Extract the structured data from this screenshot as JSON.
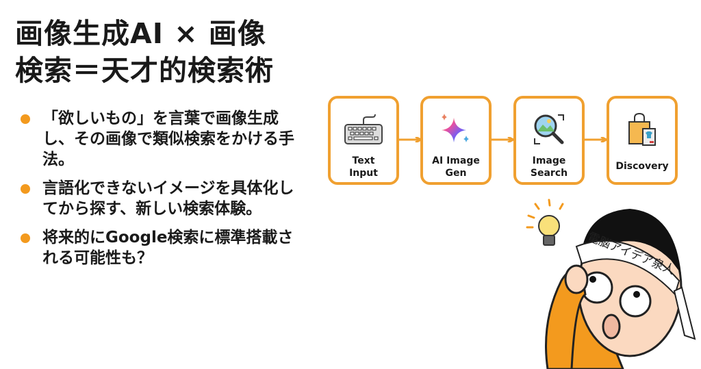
{
  "title": {
    "line1": "画像生成AI × 画像",
    "line2": "検索＝天才的検索術"
  },
  "bullets": [
    "「欲しいもの」を言葉で画像生成し、その画像で類似検索をかける手法。",
    "言語化できないイメージを具体化してから探す、新しい検索体験。",
    "将来的にGoogle検索に標準搭載される可能性も？"
  ],
  "flow": [
    {
      "label1": "Text",
      "label2": "Input",
      "icon": "keyboard-icon"
    },
    {
      "label1": "AI Image",
      "label2": "Gen",
      "icon": "sparkle-icon"
    },
    {
      "label1": "Image",
      "label2": "Search",
      "icon": "image-search-icon"
    },
    {
      "label1": "Discovery",
      "label2": "",
      "icon": "shopping-bag-icon"
    }
  ],
  "character": {
    "headband": "電脳アイデア泉人"
  },
  "colors": {
    "accent": "#f0a030",
    "bullet": "#f39a1e"
  }
}
